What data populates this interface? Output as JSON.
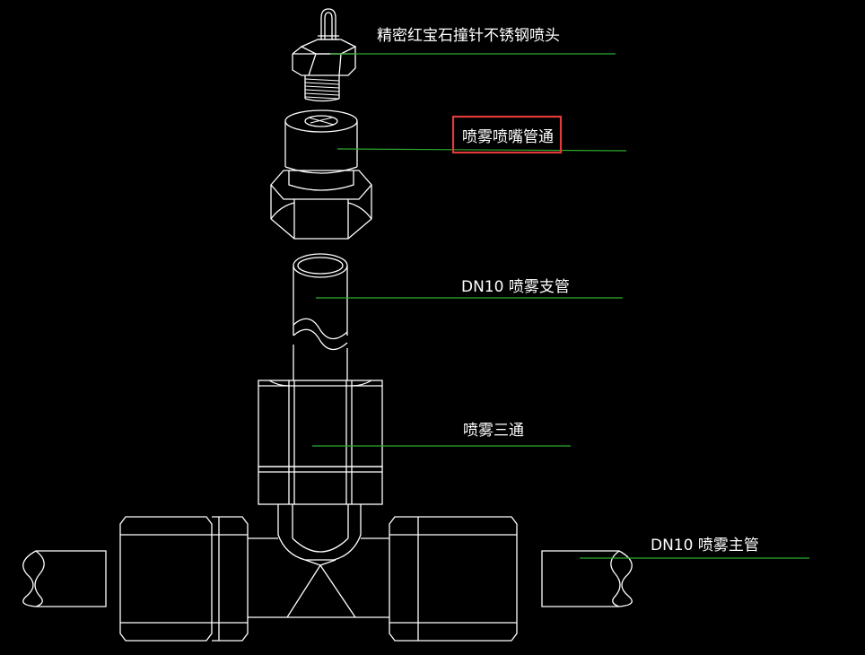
{
  "labels": {
    "nozzle": "精密红宝石撞针不锈钢喷头",
    "adapter": "喷雾喷嘴管通",
    "branch_pipe": "DN10 喷雾支管",
    "tee": "喷雾三通",
    "main_pipe": "DN10 喷雾主管"
  },
  "highlight_target": "adapter",
  "colors": {
    "background": "#000000",
    "line": "#ffffff",
    "leader": "#2ea92e",
    "highlight": "#e03a3a"
  }
}
